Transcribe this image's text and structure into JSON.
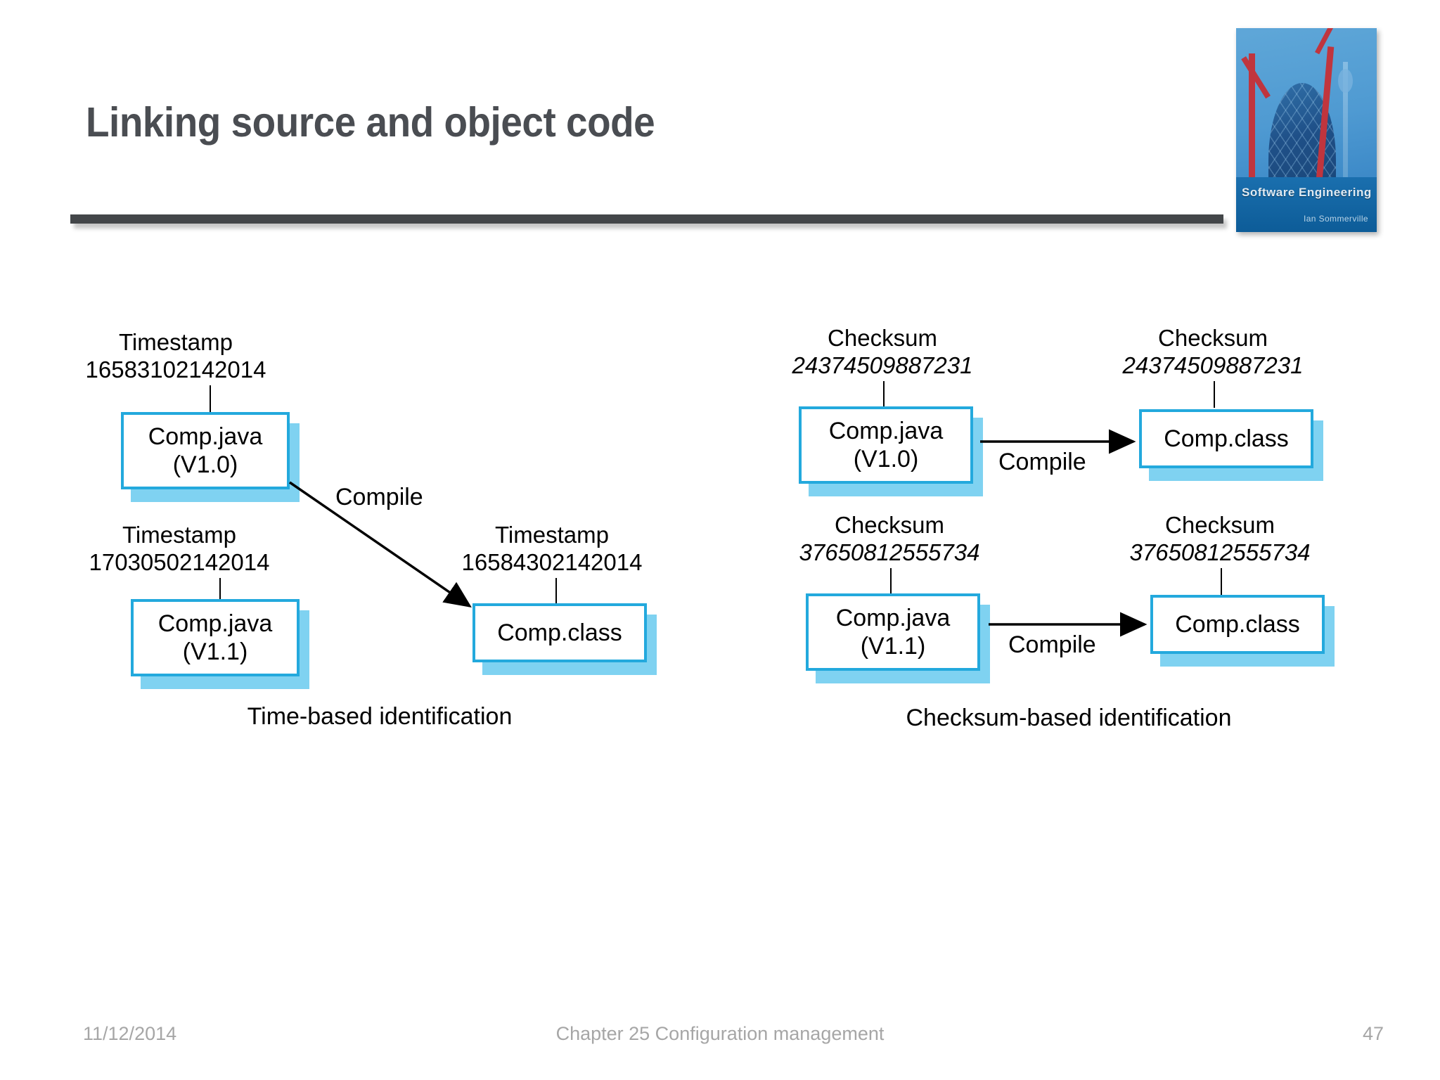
{
  "slide": {
    "title": "Linking source and object code",
    "footer": {
      "date": "11/12/2014",
      "center": "Chapter 25 Configuration management",
      "page": "47"
    },
    "book_cover": {
      "title": "Software Engineering",
      "author": "Ian Sommerville"
    }
  },
  "colors": {
    "node_border": "#23a9dd",
    "node_shadow": "#7fd2f1",
    "title_text": "#4a4d52",
    "rule": "#434649",
    "footer_text": "#a6a6a6"
  },
  "diagrams": {
    "left": {
      "caption": "Time-based identification",
      "label_kind": "Timestamp",
      "nodes": [
        {
          "id": "src_v10",
          "line1": "Comp.java",
          "line2": "(V1.0)",
          "label": "Timestamp",
          "value": "16583102142014"
        },
        {
          "id": "src_v11",
          "line1": "Comp.java",
          "line2": "(V1.1)",
          "label": "Timestamp",
          "value": "17030502142014"
        },
        {
          "id": "obj_class",
          "line1": "Comp.class",
          "line2": "",
          "label": "Timestamp",
          "value": "16584302142014"
        }
      ],
      "edges": [
        {
          "from": "src_v10",
          "to": "obj_class",
          "label": "Compile"
        }
      ]
    },
    "right": {
      "caption": "Checksum-based identification",
      "label_kind": "Checksum",
      "nodes": [
        {
          "id": "src_v10",
          "line1": "Comp.java",
          "line2": "(V1.0)",
          "label": "Checksum",
          "value": "24374509887231"
        },
        {
          "id": "obj_v10",
          "line1": "Comp.class",
          "line2": "",
          "label": "Checksum",
          "value": "24374509887231"
        },
        {
          "id": "src_v11",
          "line1": "Comp.java",
          "line2": "(V1.1)",
          "label": "Checksum",
          "value": "37650812555734"
        },
        {
          "id": "obj_v11",
          "line1": "Comp.class",
          "line2": "",
          "label": "Checksum",
          "value": "37650812555734"
        }
      ],
      "edges": [
        {
          "from": "src_v10",
          "to": "obj_v10",
          "label": "Compile"
        },
        {
          "from": "src_v11",
          "to": "obj_v11",
          "label": "Compile"
        }
      ]
    }
  }
}
